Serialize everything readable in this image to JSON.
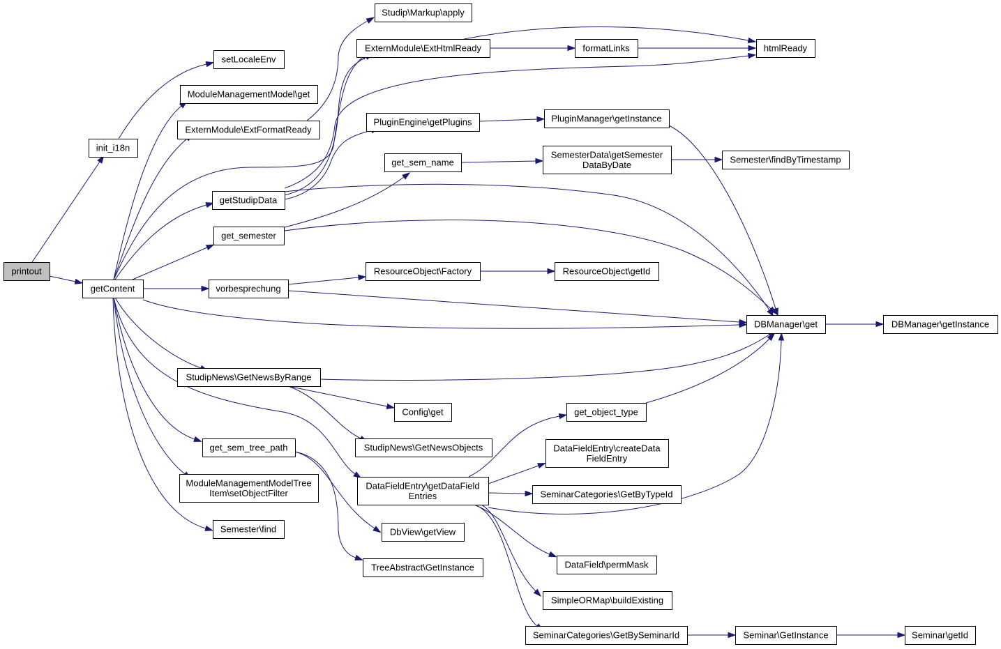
{
  "graph": {
    "nodes": [
      {
        "id": "printout",
        "lines": [
          "printout"
        ],
        "root": true
      },
      {
        "id": "getContent",
        "lines": [
          "getContent"
        ]
      },
      {
        "id": "init_i18n",
        "lines": [
          "init_i18n"
        ]
      },
      {
        "id": "setLocaleEnv",
        "lines": [
          "setLocaleEnv"
        ]
      },
      {
        "id": "mmm_get",
        "lines": [
          "ModuleManagementModel\\get"
        ]
      },
      {
        "id": "ext_format",
        "lines": [
          "ExternModule\\ExtFormatReady"
        ]
      },
      {
        "id": "markup_apply",
        "lines": [
          "Studip\\Markup\\apply"
        ]
      },
      {
        "id": "ext_html",
        "lines": [
          "ExternModule\\ExtHtmlReady"
        ]
      },
      {
        "id": "formatLinks",
        "lines": [
          "formatLinks"
        ]
      },
      {
        "id": "htmlReady",
        "lines": [
          "htmlReady"
        ]
      },
      {
        "id": "getStudipData",
        "lines": [
          "getStudipData"
        ]
      },
      {
        "id": "get_semester",
        "lines": [
          "get_semester"
        ]
      },
      {
        "id": "plugin_engine",
        "lines": [
          "PluginEngine\\getPlugins"
        ]
      },
      {
        "id": "plugin_manager",
        "lines": [
          "PluginManager\\getInstance"
        ]
      },
      {
        "id": "get_sem_name",
        "lines": [
          "get_sem_name"
        ]
      },
      {
        "id": "semester_data",
        "lines": [
          "SemesterData\\getSemester",
          "DataByDate"
        ]
      },
      {
        "id": "find_by_ts",
        "lines": [
          "Semester\\findByTimestamp"
        ]
      },
      {
        "id": "vorbesprechung",
        "lines": [
          "vorbesprechung"
        ]
      },
      {
        "id": "resource_factory",
        "lines": [
          "ResourceObject\\Factory"
        ]
      },
      {
        "id": "resource_getid",
        "lines": [
          "ResourceObject\\getId"
        ]
      },
      {
        "id": "db_get",
        "lines": [
          "DBManager\\get"
        ]
      },
      {
        "id": "db_instance",
        "lines": [
          "DBManager\\getInstance"
        ]
      },
      {
        "id": "news_range",
        "lines": [
          "StudipNews\\GetNewsByRange"
        ]
      },
      {
        "id": "config_get",
        "lines": [
          "Config\\get"
        ]
      },
      {
        "id": "news_objects",
        "lines": [
          "StudipNews\\GetNewsObjects"
        ]
      },
      {
        "id": "get_object_type",
        "lines": [
          "get_object_type"
        ]
      },
      {
        "id": "get_sem_tree_path",
        "lines": [
          "get_sem_tree_path"
        ]
      },
      {
        "id": "dfe_create",
        "lines": [
          "DataFieldEntry\\createData",
          "FieldEntry"
        ]
      },
      {
        "id": "dfe_get",
        "lines": [
          "DataFieldEntry\\getDataField",
          "Entries"
        ]
      },
      {
        "id": "seminar_cat_type",
        "lines": [
          "SeminarCategories\\GetByTypeId"
        ]
      },
      {
        "id": "mmm_tree",
        "lines": [
          "ModuleManagementModelTree",
          "Item\\setObjectFilter"
        ]
      },
      {
        "id": "dbview",
        "lines": [
          "DbView\\getView"
        ]
      },
      {
        "id": "semester_find",
        "lines": [
          "Semester\\find"
        ]
      },
      {
        "id": "perm_mask",
        "lines": [
          "DataField\\permMask"
        ]
      },
      {
        "id": "tree_abstract",
        "lines": [
          "TreeAbstract\\GetInstance"
        ]
      },
      {
        "id": "simple_orm",
        "lines": [
          "SimpleORMap\\buildExisting"
        ]
      },
      {
        "id": "seminar_cat_sem",
        "lines": [
          "SeminarCategories\\GetBySeminarId"
        ]
      },
      {
        "id": "seminar_instance",
        "lines": [
          "Seminar\\GetInstance"
        ]
      },
      {
        "id": "seminar_getid",
        "lines": [
          "Seminar\\getId"
        ]
      }
    ],
    "edges": [
      [
        "printout",
        "init_i18n"
      ],
      [
        "printout",
        "getContent"
      ],
      [
        "init_i18n",
        "setLocaleEnv"
      ],
      [
        "getContent",
        "mmm_get"
      ],
      [
        "getContent",
        "ext_format"
      ],
      [
        "getContent",
        "ext_html"
      ],
      [
        "getContent",
        "getStudipData"
      ],
      [
        "getContent",
        "get_semester"
      ],
      [
        "getContent",
        "vorbesprechung"
      ],
      [
        "getContent",
        "db_get"
      ],
      [
        "getContent",
        "news_range"
      ],
      [
        "getContent",
        "get_sem_tree_path"
      ],
      [
        "getContent",
        "dfe_get"
      ],
      [
        "getContent",
        "mmm_tree"
      ],
      [
        "getContent",
        "semester_find"
      ],
      [
        "ext_format",
        "markup_apply"
      ],
      [
        "ext_html",
        "formatLinks"
      ],
      [
        "ext_html",
        "htmlReady"
      ],
      [
        "formatLinks",
        "htmlReady"
      ],
      [
        "getStudipData",
        "ext_html"
      ],
      [
        "getStudipData",
        "htmlReady"
      ],
      [
        "getStudipData",
        "plugin_engine"
      ],
      [
        "getStudipData",
        "db_get"
      ],
      [
        "plugin_engine",
        "plugin_manager"
      ],
      [
        "plugin_manager",
        "db_get"
      ],
      [
        "get_semester",
        "get_sem_name"
      ],
      [
        "get_semester",
        "db_get"
      ],
      [
        "get_sem_name",
        "semester_data"
      ],
      [
        "semester_data",
        "find_by_ts"
      ],
      [
        "vorbesprechung",
        "resource_factory"
      ],
      [
        "vorbesprechung",
        "db_get"
      ],
      [
        "resource_factory",
        "resource_getid"
      ],
      [
        "db_get",
        "db_instance"
      ],
      [
        "news_range",
        "db_get"
      ],
      [
        "news_range",
        "config_get"
      ],
      [
        "news_range",
        "news_objects"
      ],
      [
        "get_sem_tree_path",
        "dbview"
      ],
      [
        "get_sem_tree_path",
        "tree_abstract"
      ],
      [
        "dfe_get",
        "get_object_type"
      ],
      [
        "dfe_get",
        "dfe_create"
      ],
      [
        "dfe_get",
        "seminar_cat_type"
      ],
      [
        "dfe_get",
        "db_get"
      ],
      [
        "dfe_get",
        "perm_mask"
      ],
      [
        "dfe_get",
        "simple_orm"
      ],
      [
        "dfe_get",
        "seminar_cat_sem"
      ],
      [
        "get_object_type",
        "db_get"
      ],
      [
        "seminar_cat_sem",
        "seminar_instance"
      ],
      [
        "seminar_instance",
        "seminar_getid"
      ]
    ]
  }
}
